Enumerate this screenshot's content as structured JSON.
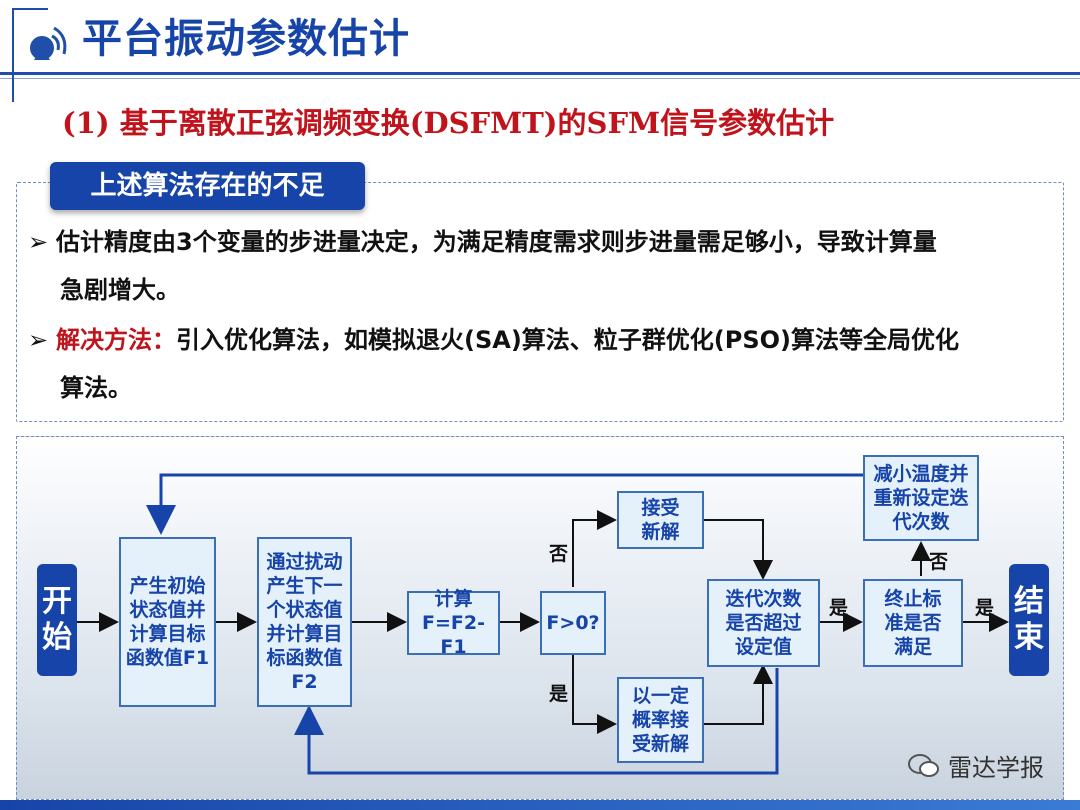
{
  "header": {
    "title": "平台振动参数估计",
    "subtitle": "(1) 基于离散正弦调频变换(DSFMT)的SFM信号参数估计"
  },
  "section": {
    "tab_label": "上述算法存在的不足",
    "bullet1": "估计精度由3个变量的步进量决定，为满足精度需求则步进量需足够小，导致计算量",
    "bullet1_cont": "急剧增大。",
    "bullet2_label": "解决方法：",
    "bullet2": "引入优化算法，如模拟退火(SA)算法、粒子群优化(PSO)算法等全局优化",
    "bullet2_cont": "算法。"
  },
  "flowchart": {
    "start": "开\n始",
    "end": "结\n束",
    "nodes": {
      "init": "产生初始\n状态值并\n计算目标\n函数值F1",
      "perturb": "通过扰动\n产生下一\n个状态值\n并计算目\n标函数值\nF2",
      "compute": "计算\nF=F2-F1",
      "decision": "F>0?",
      "accept": "接受\n新解",
      "prob_accept": "以一定\n概率接\n受新解",
      "iter_check": "迭代次数\n是否超过\n设定值",
      "terminate": "终止标\n准是否\n满足",
      "reduce": "减小温度并\n重新设定迭\n代次数"
    },
    "labels": {
      "no_top": "否",
      "yes_bottom": "是",
      "yes_mid": "是",
      "yes_end": "是",
      "no_reduce": "否"
    }
  },
  "watermark": "雷达学报",
  "colors": {
    "brand": "#1744a8",
    "accent_red": "#c0131b",
    "node_fill": "#e4f1fb"
  }
}
